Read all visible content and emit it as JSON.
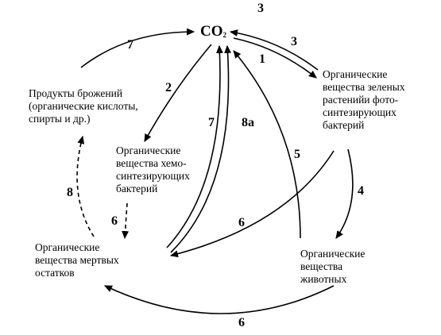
{
  "co2": {
    "label": "CO",
    "sub": "2"
  },
  "nodes": {
    "fermentation": [
      "Продукты брожений",
      "(органические кислоты,",
      "спирты и др.)"
    ],
    "green_plants": [
      "Органические",
      "вещества зеленых",
      "растенийи фото-",
      "синтезирующих",
      "бактерий"
    ],
    "chemosynthetic": [
      "Органические",
      "вещества хемо-",
      "синтезирующих",
      "бактерий"
    ],
    "dead_remains": [
      "Органические",
      "вещества мертвых",
      "остатков"
    ],
    "animals": [
      "Органические",
      "вещества",
      "животных"
    ]
  },
  "numbers": {
    "top": "3",
    "n7_top": "7",
    "n3": "3",
    "n1": "1",
    "n2": "2",
    "n7_mid": "7",
    "n8a": "8а",
    "n5": "5",
    "n4": "4",
    "n8": "8",
    "n6_left": "6",
    "n6_mid": "6",
    "n6_bottom": "6"
  }
}
